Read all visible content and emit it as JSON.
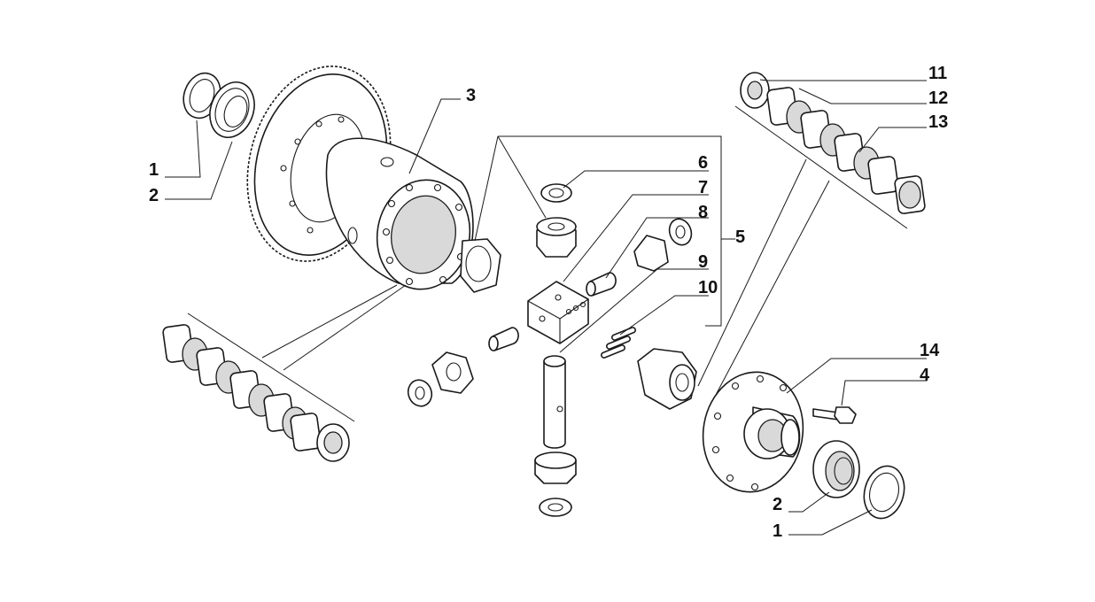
{
  "callouts": {
    "c1_left": "1",
    "c2_left": "2",
    "c3": "3",
    "c6": "6",
    "c7": "7",
    "c8": "8",
    "c9": "9",
    "c10": "10",
    "c5": "5",
    "c11": "11",
    "c12": "12",
    "c13": "13",
    "c14": "14",
    "c4": "4",
    "c2_right": "2",
    "c1_right": "1"
  }
}
